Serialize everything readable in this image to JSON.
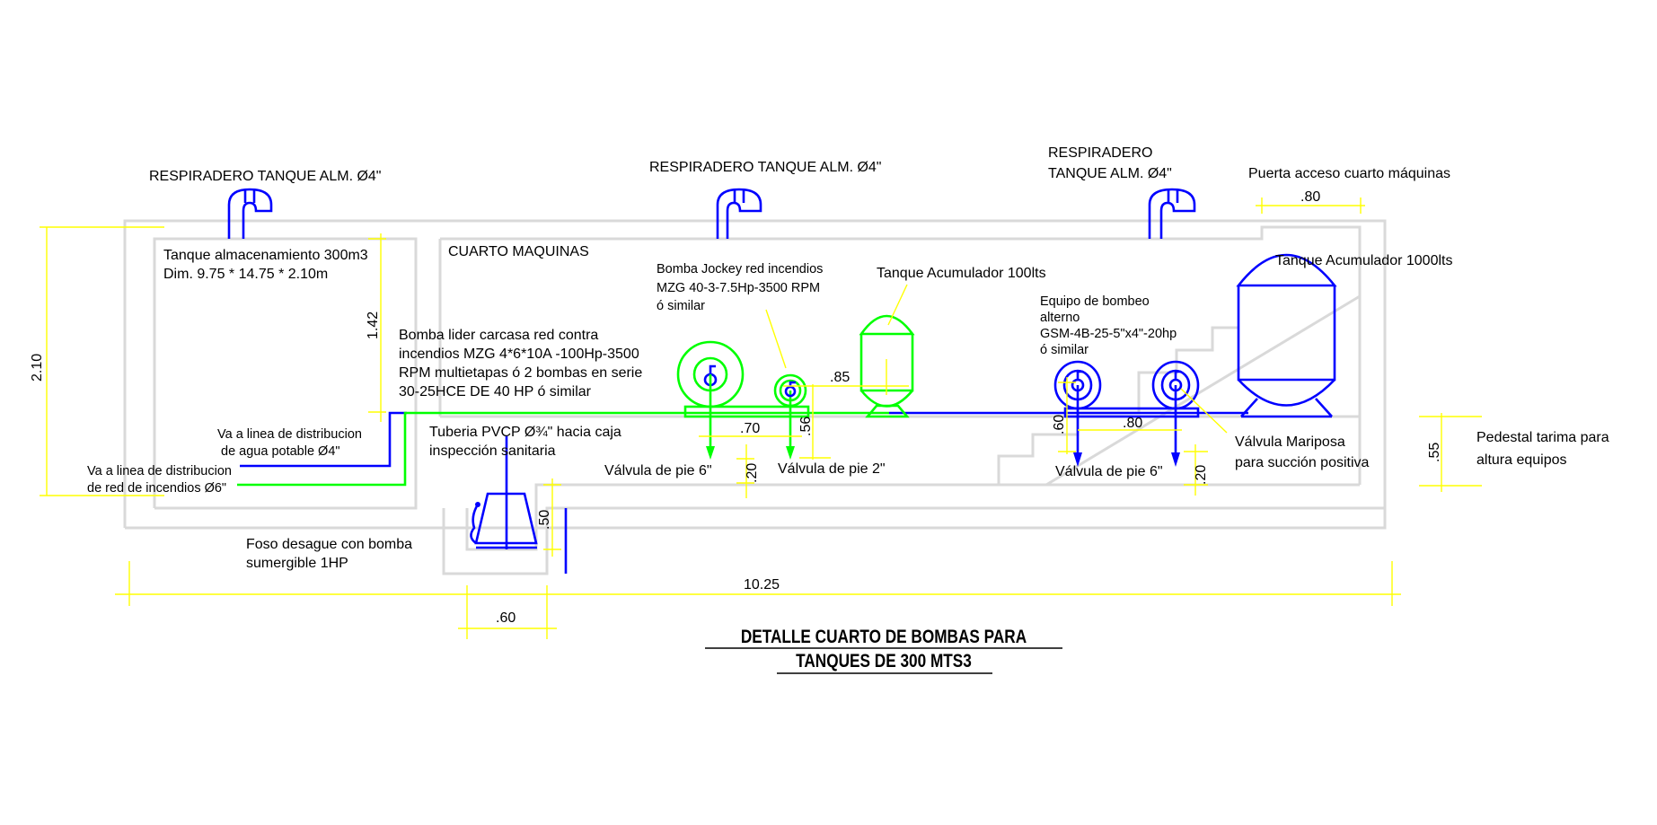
{
  "colors": {
    "wall": "#d9d9d9",
    "potable_pipe": "#0000ff",
    "fire_pipe": "#00ff00",
    "dimension": "#ffff00",
    "text": "#000000"
  },
  "labels": {
    "vent_1": "RESPIRADERO TANQUE ALM. Ø4\"",
    "vent_2": "RESPIRADERO TANQUE ALM. Ø4\"",
    "vent_3_line1": "RESPIRADERO",
    "vent_3_line2": "TANQUE ALM. Ø4\"",
    "door": "Puerta acceso cuarto máquinas",
    "storage_tank_line1": "Tanque almacenamiento 300m3",
    "storage_tank_line2": "Dim. 9.75 * 14.75 * 2.10m",
    "machine_room": "CUARTO MAQUINAS",
    "main_pump": [
      "Bomba lider carcasa red contra",
      "incendios MZG 4*6*10A -100Hp-3500",
      "RPM multietapas ó 2 bombas en serie",
      "30-25HCE DE 40 HP ó similar"
    ],
    "jockey_pump": [
      "Bomba Jockey red incendios",
      "MZG 40-3-7.5Hp-3500 RPM",
      "ó similar"
    ],
    "accumulator_100": "Tanque Acumulador 100lts",
    "accumulator_1000": "Tanque Acumulador 1000lts",
    "alt_pump": [
      "Equipo de bombeo",
      "alterno",
      "GSM-4B-25-5\"x4\"-20hp",
      "ó similar"
    ],
    "potable_line": [
      "Va a linea de distribucion",
      "de agua potable Ø4\""
    ],
    "fire_line": [
      "Va a linea de distribucion",
      "de red de incendios Ø6\""
    ],
    "pvc_pipe": [
      "Tuberia PVCP Ø¾\" hacia caja",
      "inspección sanitaria"
    ],
    "sump": [
      "Foso desague con bomba",
      "sumergible 1HP"
    ],
    "foot_valve_6_left": "Válvula de pie 6\"",
    "foot_valve_2": "Válvula de pie 2\"",
    "foot_valve_6_right": "Válvula de pie 6\"",
    "butterfly_valve": [
      "Válvula Mariposa",
      "para succión positiva"
    ],
    "pedestal": [
      "Pedestal tarima para",
      "altura equipos"
    ]
  },
  "dimensions": {
    "total_height": "2.10",
    "tank_dim": "1.42",
    "door_width": ".80",
    "jockey_to_acc": ".85",
    "pump_spacing_left": ".70",
    "jockey_height": ".56",
    "valve_depth_left": ".20",
    "alt_height": ".60",
    "pump_spacing_right": ".80",
    "valve_depth_right": ".20",
    "pedestal_height": ".55",
    "pit_depth": ".50",
    "total_length": "10.25",
    "pit_width": ".60"
  },
  "title": {
    "line1": "DETALLE CUARTO DE BOMBAS PARA",
    "line2": "TANQUES DE 300 MTS3"
  }
}
